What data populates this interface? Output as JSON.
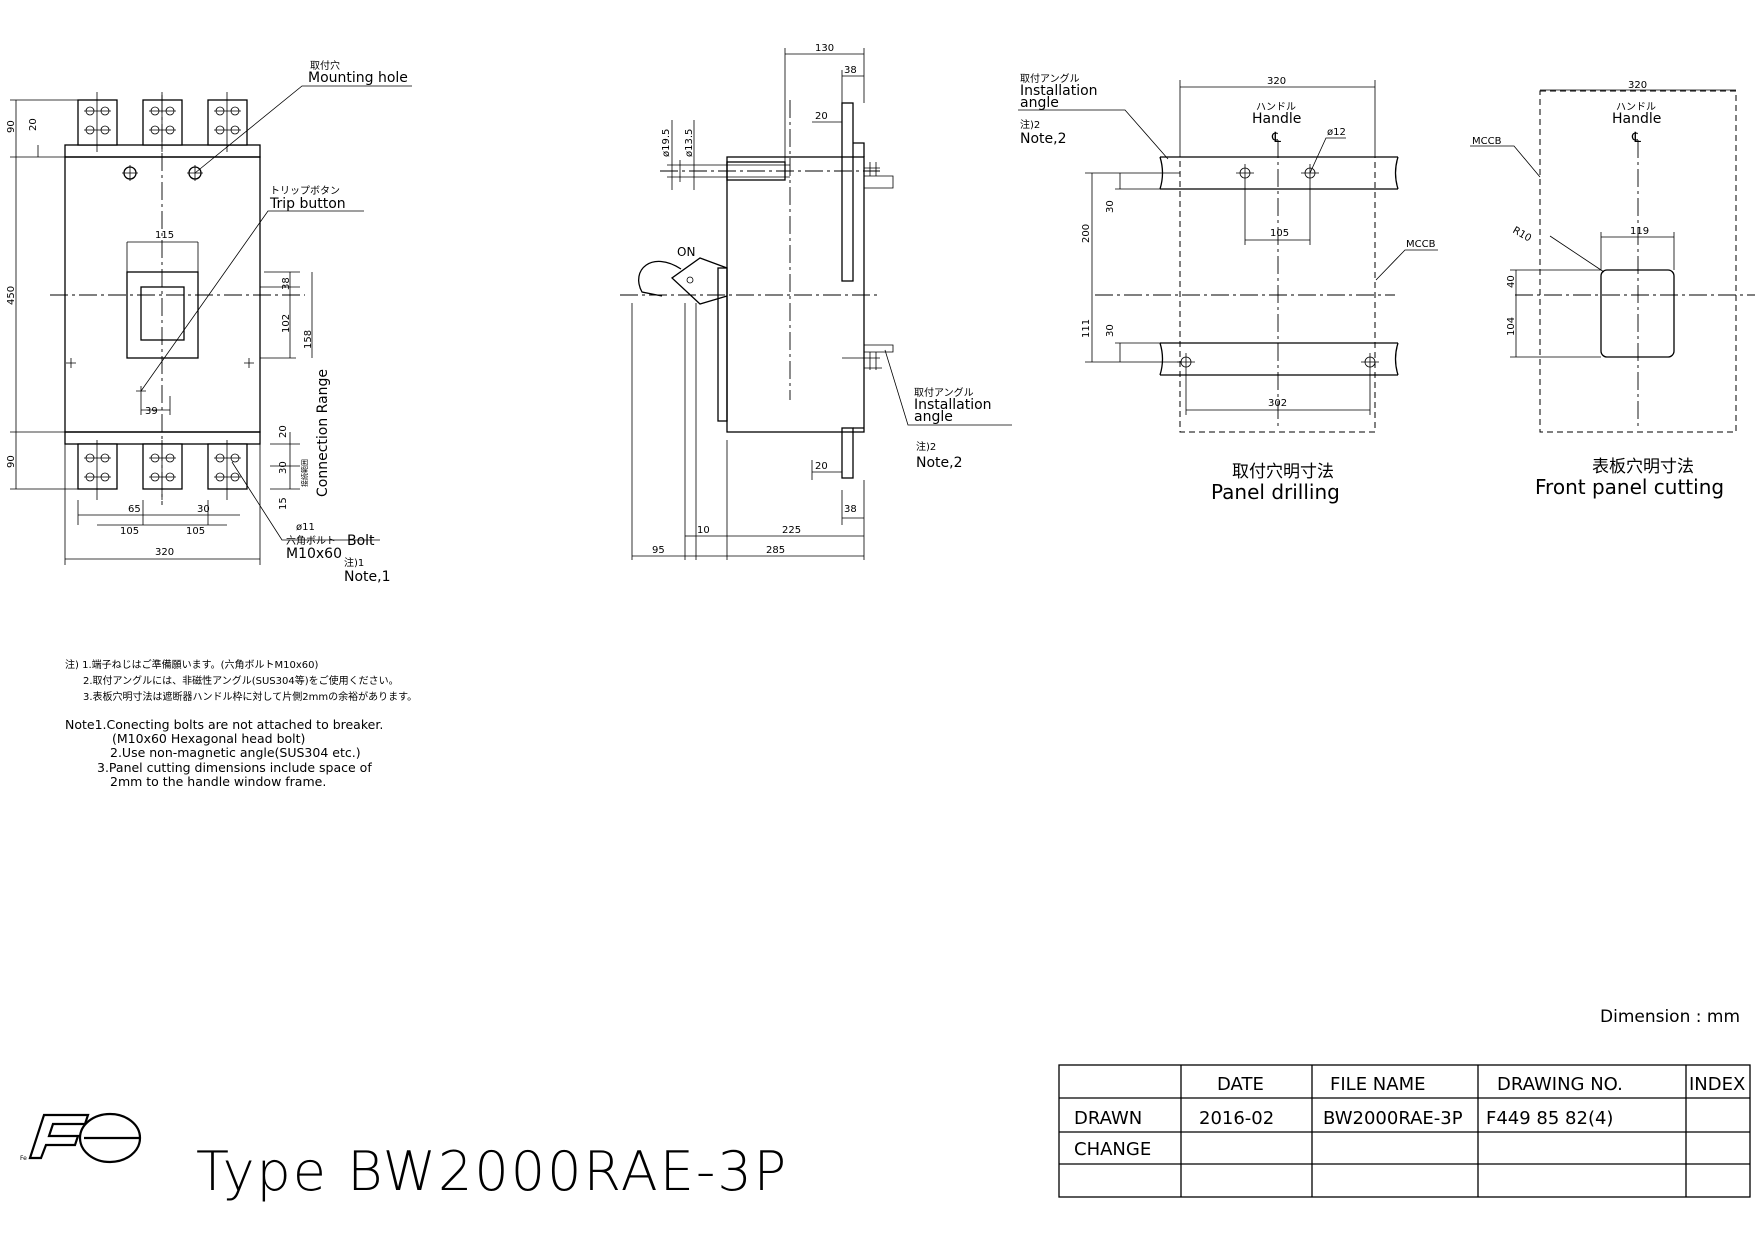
{
  "front_view": {
    "mounting_hole_jp": "取付穴",
    "mounting_hole_en": "Mounting hole",
    "trip_button_jp": "トリップボタン",
    "trip_button_en": "Trip button",
    "connection_range": "Connection Range",
    "connection_range_jp": "接続範囲",
    "bolt_dia": "ø11",
    "bolt_jp": "六角ボルト",
    "bolt_en": "Bolt",
    "bolt_size": "M10x60",
    "note_jp": "注)1",
    "note_en": "Note,1",
    "dims": {
      "d90_top": "90",
      "d20_top": "20",
      "d450": "450",
      "d90_bot": "90",
      "d115": "115",
      "d38": "38",
      "d102": "102",
      "d158": "158",
      "d39": "39",
      "d20_r": "20",
      "d30_r": "30",
      "d15_r": "15",
      "d65": "65",
      "d30_b": "30",
      "d105_a": "105",
      "d105_b": "105",
      "d320": "320"
    }
  },
  "side_view": {
    "on_label": "ON",
    "angle_jp": "取付アングル",
    "angle_en_1": "Installation",
    "angle_en_2": "angle",
    "note_jp": "注)2",
    "note_en": "Note,2",
    "dims": {
      "d130": "130",
      "d38_top": "38",
      "d20_top": "20",
      "d195": "ø19.5",
      "d135": "ø13.5",
      "d20_bot": "20",
      "d38_bot": "38",
      "d10": "10",
      "d225": "225",
      "d95": "95",
      "d285": "285"
    }
  },
  "panel_drilling": {
    "angle_jp": "取付アングル",
    "angle_en_1": "Installation",
    "angle_en_2": "angle",
    "note_jp": "注)2",
    "note_en": "Note,2",
    "handle_jp": "ハンドル",
    "handle_en": "Handle",
    "cl_symbol": "℄",
    "hole_dia": "ø12",
    "mccb": "MCCB",
    "title_jp": "取付穴明寸法",
    "title_en": "Panel drilling",
    "dims": {
      "d320": "320",
      "d30_a": "30",
      "d200": "200",
      "d105": "105",
      "d30_b": "30",
      "d111": "111",
      "d302": "302"
    }
  },
  "front_panel_cutting": {
    "handle_jp": "ハンドル",
    "handle_en": "Handle",
    "cl_symbol": "℄",
    "mccb": "MCCB",
    "radius": "R10",
    "title_jp": "表板穴明寸法",
    "title_en": "Front panel cutting",
    "dims": {
      "d320": "320",
      "d119": "119",
      "d40": "40",
      "d104": "104"
    }
  },
  "notes": {
    "jp": [
      "注) 1.端子ねじはご準備願います。(六角ボルトM10x60)",
      "2.取付アングルには、非磁性アングル(SUS304等)をご使用ください。",
      "3.表板穴明寸法は遮断器ハンドル枠に対して片側2mmの余裕があります。"
    ],
    "en": [
      "Note1.Conecting bolts are not attached to breaker.",
      "(M10x60 Hexagonal head bolt)",
      "2.Use non-magnetic angle(SUS304 etc.)",
      "3.Panel cutting dimensions include space of",
      "2mm to the handle window frame."
    ]
  },
  "dimension_unit": "Dimension : mm",
  "logo_text": "Fe",
  "model_title": "Type BW2000RAE-3P",
  "title_block": {
    "headers": [
      "DATE",
      "FILE NAME",
      "DRAWING NO.",
      "INDEX"
    ],
    "rows": [
      {
        "label": "DRAWN",
        "date": "2016-02",
        "file": "BW2000RAE-3P",
        "drawing_no": "F449 85 82(4)",
        "index": ""
      },
      {
        "label": "CHANGE",
        "date": "",
        "file": "",
        "drawing_no": "",
        "index": ""
      },
      {
        "label": "",
        "date": "",
        "file": "",
        "drawing_no": "",
        "index": ""
      }
    ]
  }
}
